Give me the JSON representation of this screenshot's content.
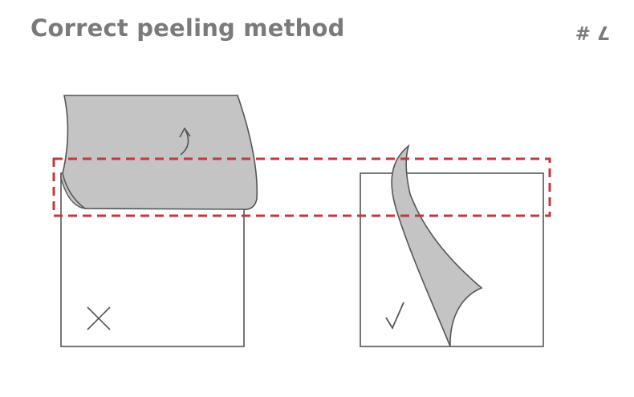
{
  "header": {
    "title": "Correct peeling method",
    "step_mark": "7 #"
  },
  "panels": [
    {
      "id": "wrong",
      "mark": "✕",
      "verdict": "incorrect"
    },
    {
      "id": "right",
      "mark": "√",
      "verdict": "correct"
    }
  ],
  "colors": {
    "title_text": "#7a7a7a",
    "outline": "#555555",
    "peeled_fill": "#c4c4c4",
    "highlight_dash": "#c0393d"
  }
}
